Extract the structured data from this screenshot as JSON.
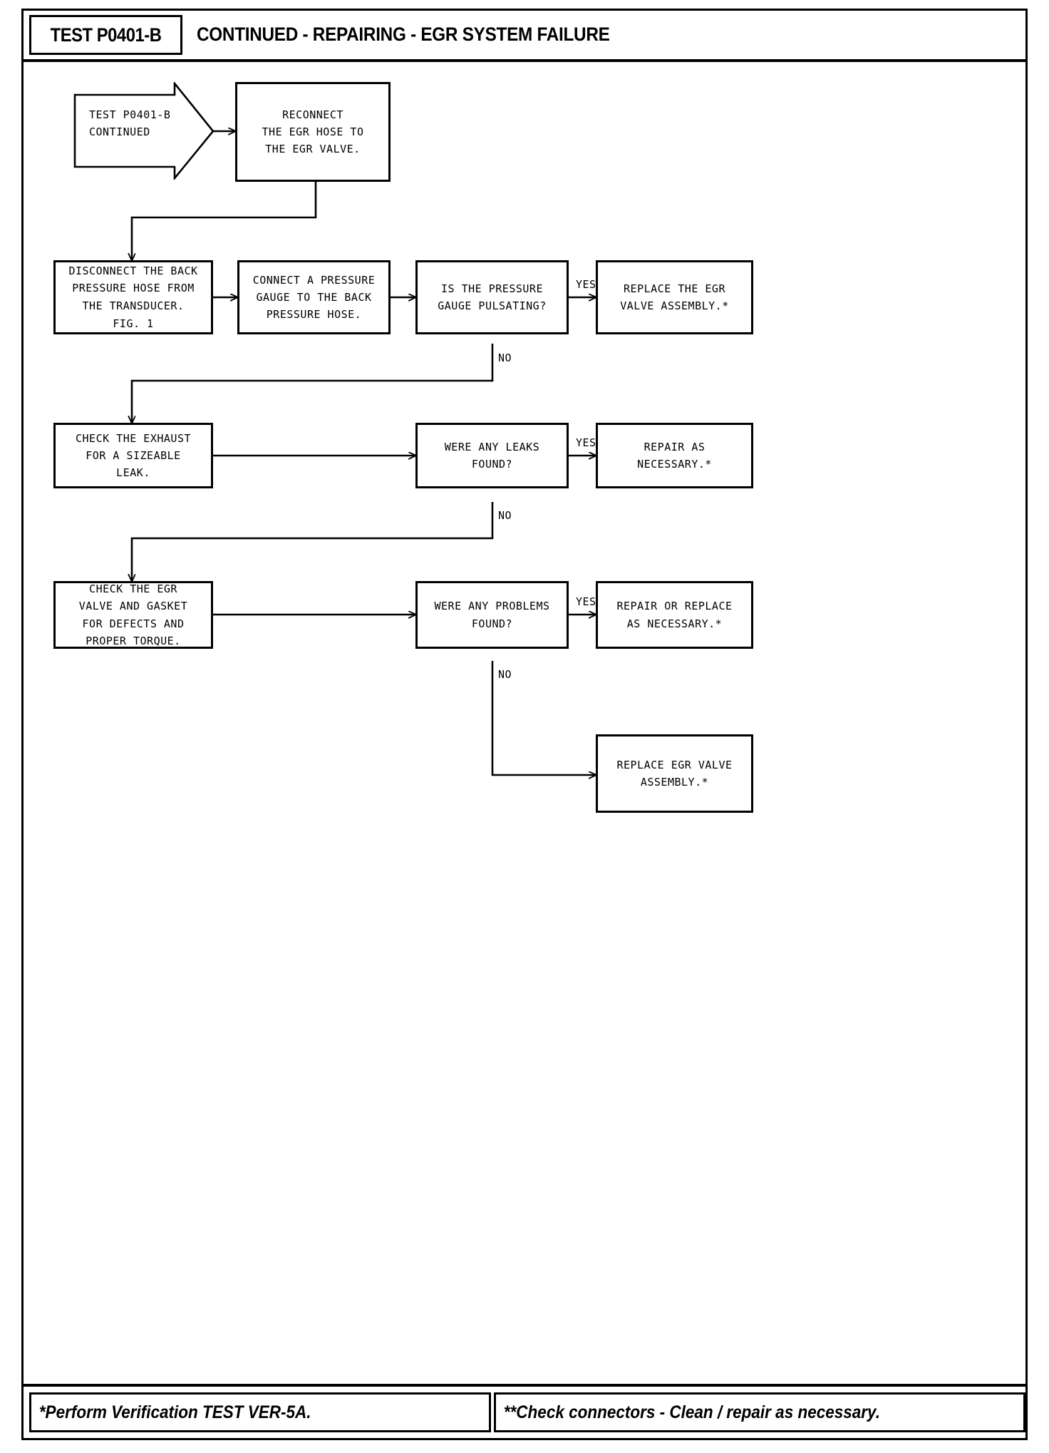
{
  "header": {
    "test_id": "TEST P0401-B",
    "title": "CONTINUED - REPAIRING - EGR SYSTEM FAILURE"
  },
  "diagram": {
    "start": {
      "label": "TEST P0401-B\nCONTINUED",
      "shape": "arrow-pentagon"
    },
    "boxes": [
      {
        "id": "reconnect-hose",
        "text": "RECONNECT\nTHE EGR HOSE TO\nTHE EGR VALVE."
      },
      {
        "id": "disconnect-back-press",
        "text": "DISCONNECT THE BACK\nPRESSURE HOSE FROM\nTHE TRANSDUCER.",
        "note": "FIG. 1"
      },
      {
        "id": "connect-gauge",
        "text": "CONNECT A PRESSURE\nGAUGE TO THE BACK\nPRESSURE HOSE."
      },
      {
        "id": "gauge-pulsating",
        "text": "IS THE PRESSURE\nGAUGE PULSATING?"
      },
      {
        "id": "replace-egr-valve-1",
        "text": "REPLACE THE EGR\nVALVE ASSEMBLY.*"
      },
      {
        "id": "check-exhaust-leak",
        "text": "CHECK THE EXHAUST\nFOR A SIZEABLE\nLEAK."
      },
      {
        "id": "leaks-found",
        "text": "WERE ANY LEAKS\nFOUND?"
      },
      {
        "id": "repair-as-necessary",
        "text": "REPAIR AS\nNECESSARY.*"
      },
      {
        "id": "check-valve-gasket",
        "text": "CHECK THE EGR\nVALVE AND GASKET\nFOR DEFECTS AND\nPROPER TORQUE."
      },
      {
        "id": "problems-found",
        "text": "WERE ANY PROBLEMS\nFOUND?"
      },
      {
        "id": "repair-or-replace",
        "text": "REPAIR OR REPLACE\nAS NECESSARY.*"
      },
      {
        "id": "replace-egr-valve-2",
        "text": "REPLACE EGR VALVE\nASSEMBLY.*"
      }
    ],
    "edge_labels": {
      "yes_pulsating": "YES",
      "no_pulsating": "NO",
      "yes_leaks": "YES",
      "no_leaks": "NO",
      "yes_problems": "YES",
      "no_problems": "NO"
    }
  },
  "footer": {
    "left_note": "*Perform Verification TEST VER-5A.",
    "right_note": "**Check connectors - Clean / repair as necessary."
  },
  "colors": {
    "ink": "#000000",
    "paper": "#ffffff"
  }
}
